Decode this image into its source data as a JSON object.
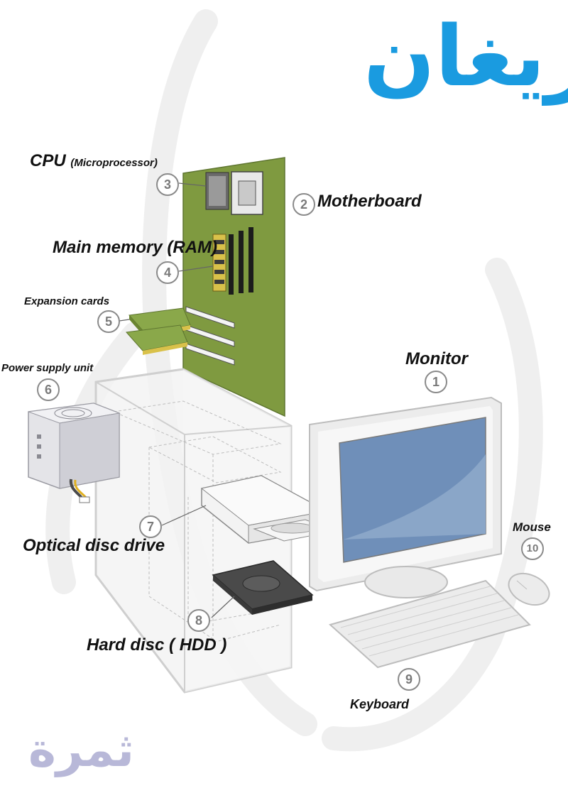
{
  "logo": {
    "text": "ريغان",
    "color": "#1a9be0"
  },
  "watermark": {
    "text": "ثمرة",
    "color": "#b8b8d8"
  },
  "components": [
    {
      "number": "1",
      "label": "Monitor"
    },
    {
      "number": "2",
      "label": "Motherboard"
    },
    {
      "number": "3",
      "label": "CPU",
      "sublabel": "(Microprocessor)"
    },
    {
      "number": "4",
      "label": "Main memory (RAM)"
    },
    {
      "number": "5",
      "label": "Expansion cards"
    },
    {
      "number": "6",
      "label": "Power supply unit"
    },
    {
      "number": "7",
      "label": "Optical disc drive"
    },
    {
      "number": "8",
      "label": "Hard disc ( HDD )"
    },
    {
      "number": "9",
      "label": "Keyboard"
    },
    {
      "number": "10",
      "label": "Mouse"
    }
  ],
  "colors": {
    "motherboard": "#7f9a40",
    "screen": "#6f8fb9",
    "case": "#f2f2f2",
    "hdd": "#4a4a4a"
  }
}
